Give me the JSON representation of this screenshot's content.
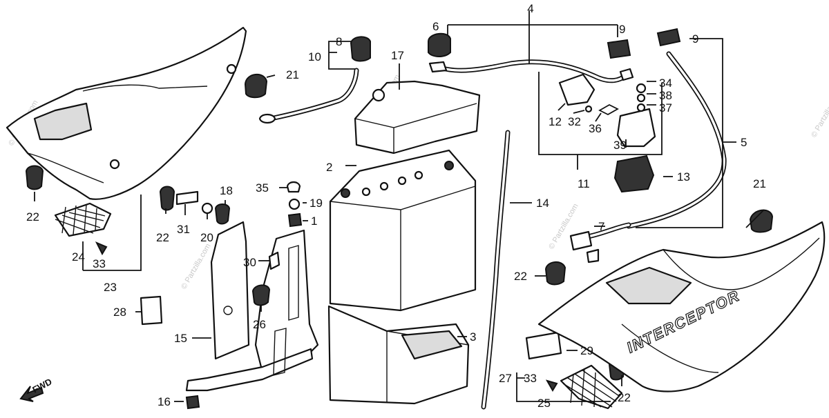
{
  "watermark": "© Partzilla.com",
  "model_decal": "INTERCEPTOR",
  "direction_label": "FWD",
  "callouts": {
    "c1": "1",
    "c2": "2",
    "c3": "3",
    "c4": "4",
    "c5": "5",
    "c6": "6",
    "c7": "7",
    "c8": "8",
    "c9a": "9",
    "c9b": "9",
    "c10": "10",
    "c11": "11",
    "c12": "12",
    "c13": "13",
    "c14": "14",
    "c15": "15",
    "c16": "16",
    "c17": "17",
    "c18": "18",
    "c19": "19",
    "c20": "20",
    "c21a": "21",
    "c21b": "21",
    "c22a": "22",
    "c22b": "22",
    "c22c": "22",
    "c22d": "22",
    "c23": "23",
    "c24": "24",
    "c25": "25",
    "c26": "26",
    "c27": "27",
    "c28": "28",
    "c29": "29",
    "c30": "30",
    "c31": "31",
    "c32": "32",
    "c33a": "33",
    "c33b": "33",
    "c34": "34",
    "c35": "35",
    "c36": "36",
    "c37": "37",
    "c38": "38",
    "c39": "39"
  }
}
